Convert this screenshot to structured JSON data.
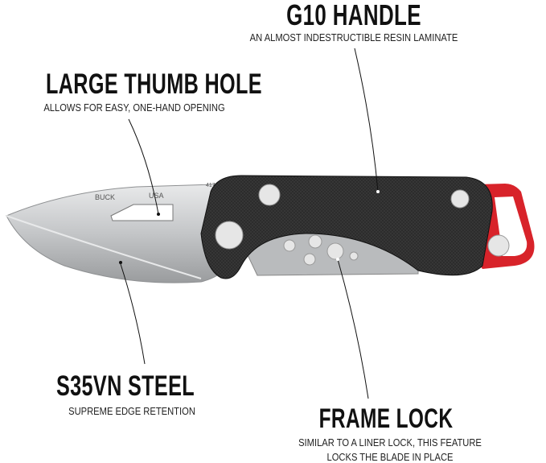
{
  "callouts": {
    "handle": {
      "title": "G10 HANDLE",
      "subtitle": "AN ALMOST INDESTRUCTIBLE RESIN LAMINATE"
    },
    "thumb_hole": {
      "title": "LARGE THUMB HOLE",
      "subtitle": "ALLOWS FOR EASY, ONE-HAND OPENING"
    },
    "steel": {
      "title": "S35VN STEEL",
      "subtitle": "SUPREME EDGE RETENTION"
    },
    "frame_lock": {
      "title": "FRAME LOCK",
      "subtitle_line1": "SIMILAR TO A LINER LOCK, THIS FEATURE",
      "subtitle_line2": "LOCKS THE BLADE IN PLACE"
    }
  },
  "blade_marks": {
    "brand": "BUCK",
    "origin": "USA",
    "model": "417"
  },
  "colors": {
    "handle": "#2a2a2a",
    "accent": "#d8232a",
    "blade": "#c9cbcd",
    "text": "#111111"
  }
}
